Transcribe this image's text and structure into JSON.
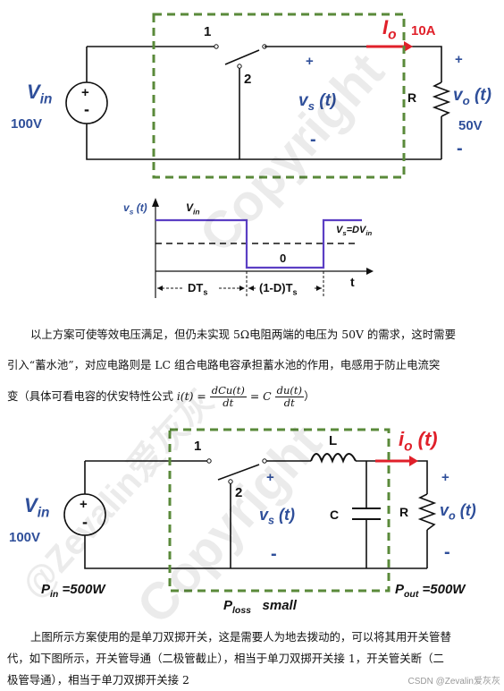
{
  "circuit1": {
    "switch_pos1": "1",
    "switch_pos2": "2",
    "io_label": "I",
    "io_sub": "o",
    "io_value": "10A",
    "vin_label": "V",
    "vin_sub": "in",
    "vin_value": "100V",
    "plus": "+",
    "minus": "-",
    "vs_label": "v",
    "vs_sub": "s",
    "vs_arg": " (t)",
    "r_label": "R",
    "vo_label": "v",
    "vo_sub": "o",
    "vo_arg": " (t)",
    "vo_value": "50V"
  },
  "waveform": {
    "ylabel": "v",
    "ylabel_sub": "s",
    "ylabel_arg": " (t)",
    "vin_label": "V",
    "vin_sub": "in",
    "vs_eq": "V",
    "vs_eq_sub": "s",
    "vs_eq_mid": "=DV",
    "vs_eq_sub2": "in",
    "zero_label": "0",
    "t_label": "t",
    "dts_label": "DT",
    "dts_sub": "s",
    "off_label": "(1-D)T",
    "off_sub": "s"
  },
  "paragraph1": {
    "line1": "以上方案可使等效电压满足，但仍未实现 5Ω电阻两端的电压为 50V 的需求，这时需要",
    "line2": "引入“蓄水池”，对应电路则是 LC 组合电路电容承担蓄水池的作用，电感用于防止电流突",
    "line3_pre": "变（具体可看电容的伏安特性公式 ",
    "formula_lhs": "i(t) =",
    "formula_num1": "dCu(t)",
    "formula_den1": "dt",
    "formula_eq": "= C",
    "formula_num2": "du(t)",
    "formula_den2": "dt",
    "line3_post": "）"
  },
  "circuit2": {
    "switch_pos1": "1",
    "switch_pos2": "2",
    "l_label": "L",
    "io_label": "i",
    "io_sub": "o",
    "io_arg": " (t)",
    "vin_label": "V",
    "vin_sub": "in",
    "vin_value": "100V",
    "plus": "+",
    "minus": "-",
    "vs_label": "v",
    "vs_sub": "s",
    "vs_arg": " (t)",
    "c_label": "C",
    "r_label": "R",
    "vo_label": "v",
    "vo_sub": "o",
    "vo_arg": " (t)",
    "pin_label": "P",
    "pin_sub": "in",
    "pin_value": " =500W",
    "ploss_label": "P",
    "ploss_sub": "loss",
    "ploss_value": "   small",
    "pout_label": "P",
    "pout_sub": "out",
    "pout_value": " =500W"
  },
  "paragraph2": {
    "line1": "上图所示方案使用的是单刀双掷开关，这是需要人为地去拨动的，可以将其用开关管替",
    "line2": "代，如下图所示，开关管导通（二极管截止），相当于单刀双掷开关接 1，开关管关断（二",
    "line3": "极管导通），相当于单刀双掷开关接 2"
  },
  "watermark": {
    "text1": "Copyright",
    "text2": "@Zevalin爱灰灰",
    "csdn": "CSDN @Zevalin爱灰灰"
  },
  "colors": {
    "wire": "#111111",
    "dashed_box": "#5a8a3a",
    "label_blue": "#2f4f9a",
    "accent_red": "#e0202a",
    "waveform_line": "#5b3fc4"
  }
}
